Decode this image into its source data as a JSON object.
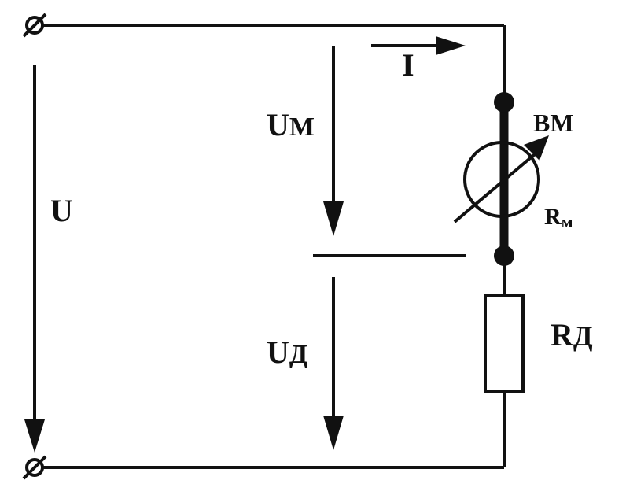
{
  "labels": {
    "current": "I",
    "supply_voltage": "U",
    "meter_voltage": "UM",
    "meter_voltage_main": "U",
    "meter_voltage_sub": "М",
    "resistor_voltage": "UД",
    "resistor_voltage_main": "U",
    "resistor_voltage_sub": "Д",
    "meter_name": "ВМ",
    "meter_resistance_main": "R",
    "meter_resistance_sub": "м",
    "resistor_name_main": "R",
    "resistor_name_sub": "Д"
  },
  "colors": {
    "ink": "#111111",
    "background": "#ffffff"
  }
}
